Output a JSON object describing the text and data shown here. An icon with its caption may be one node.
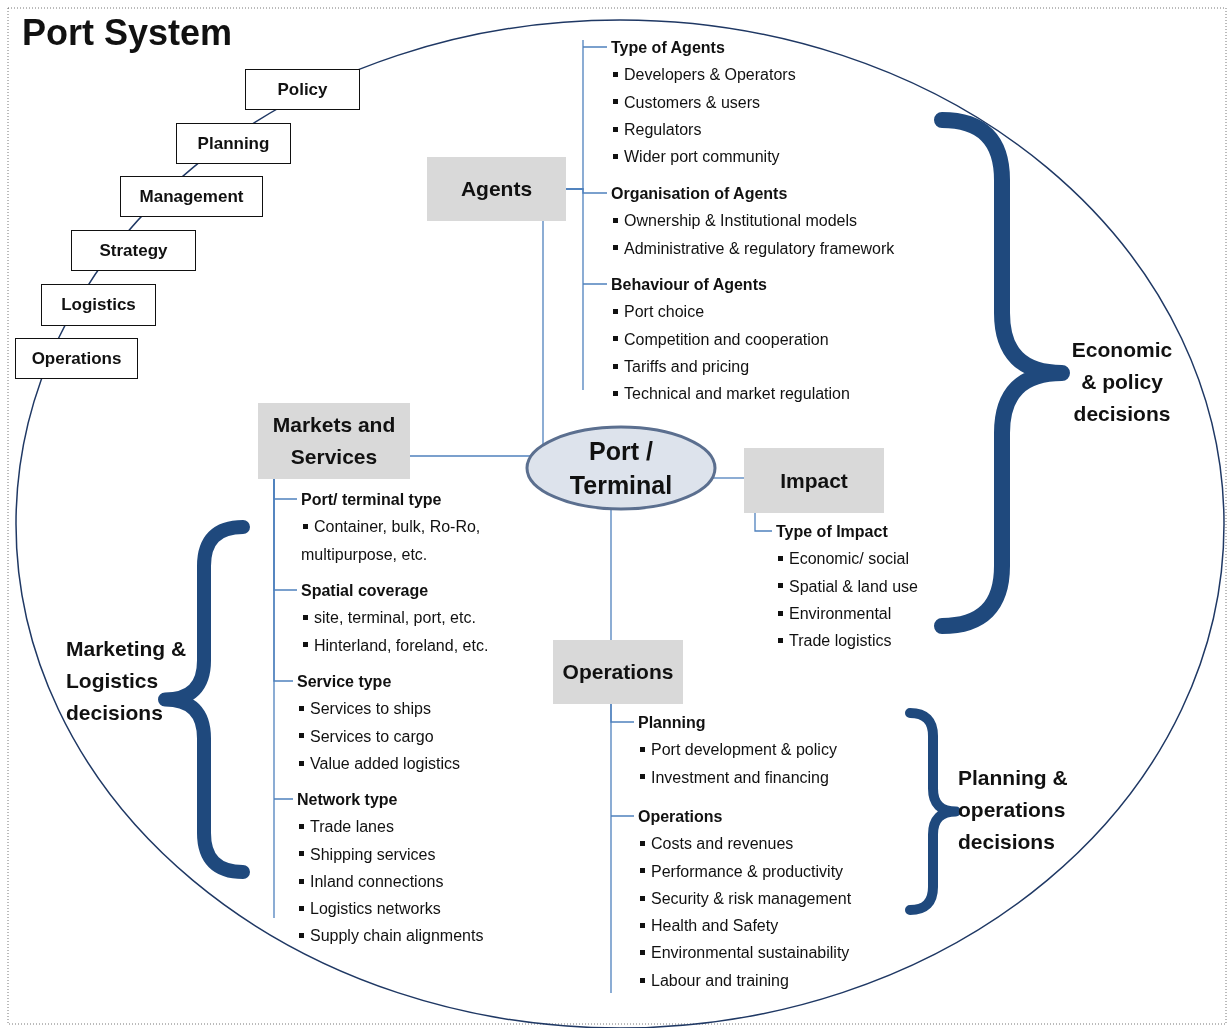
{
  "diagram": {
    "title": "Port System",
    "nodes": [
      {
        "text": [
          "Policy"
        ]
      },
      {
        "text": [
          "Planning"
        ]
      },
      {
        "text": [
          "Management"
        ]
      },
      {
        "text": [
          "Strategy"
        ]
      },
      {
        "text": [
          "Logistics"
        ]
      },
      {
        "text": [
          "Operations"
        ]
      },
      {
        "text": [
          "Agents"
        ]
      },
      {
        "text": [
          "Markets and Services"
        ]
      },
      {
        "text": [
          "Port / Terminal"
        ]
      },
      {
        "text": [
          "Impact"
        ]
      },
      {
        "text": [
          "Operations"
        ]
      },
      {
        "text": [
          "Type of Agents",
          "Developers &  Operators",
          "Customers & users",
          "Regulators",
          "Wider port community"
        ]
      },
      {
        "text": [
          "Organisation of Agents",
          "Ownership & Institutional models",
          "Administrative & regulatory framework"
        ]
      },
      {
        "text": [
          "Behaviour of Agents",
          "Port choice",
          "Competition and cooperation",
          "Tariffs and pricing",
          "Technical and market regulation"
        ]
      },
      {
        "text": [
          "Port/ terminal type",
          "Container, bulk, Ro-Ro, multipurpose, etc."
        ]
      },
      {
        "text": [
          "Spatial coverage",
          "site, terminal, port, etc.",
          "Hinterland, foreland, etc."
        ]
      },
      {
        "text": [
          "Service type",
          "Services to ships",
          "Services to cargo",
          "Value added logistics"
        ]
      },
      {
        "text": [
          "Network type",
          "Trade lanes",
          "Shipping services",
          "Inland connections",
          "Logistics networks",
          "Supply chain alignments"
        ]
      },
      {
        "text": [
          "Type of Impact",
          "Economic/ social",
          "Spatial & land use",
          "Environmental",
          "Trade logistics"
        ]
      },
      {
        "text": [
          "Planning",
          "Port development & policy",
          "Investment and financing"
        ]
      },
      {
        "text": [
          "Operations",
          "Costs and revenues",
          "Performance & productivity",
          "Security & risk management",
          "Health and Safety",
          "Environmental sustainability",
          "Labour and training"
        ]
      }
    ],
    "edges": [
      {
        "from": 8,
        "to": 6,
        "arrow": "none"
      },
      {
        "from": 8,
        "to": 7,
        "arrow": "none"
      },
      {
        "from": 8,
        "to": 9,
        "arrow": "none"
      },
      {
        "from": 8,
        "to": 10,
        "arrow": "none"
      },
      {
        "from": 6,
        "to": 11,
        "arrow": "none"
      },
      {
        "from": 6,
        "to": 12,
        "arrow": "none"
      },
      {
        "from": 6,
        "to": 13,
        "arrow": "none"
      },
      {
        "from": 7,
        "to": 14,
        "arrow": "none"
      },
      {
        "from": 7,
        "to": 15,
        "arrow": "none"
      },
      {
        "from": 7,
        "to": 16,
        "arrow": "none"
      },
      {
        "from": 7,
        "to": 17,
        "arrow": "none"
      },
      {
        "from": 9,
        "to": 18,
        "arrow": "none"
      },
      {
        "from": 10,
        "to": 19,
        "arrow": "none"
      },
      {
        "from": 10,
        "to": 20,
        "arrow": "none"
      }
    ],
    "labels": [
      "Economic & policy decisions",
      "Marketing & Logistics decisions",
      "Planning & operations decisions"
    ]
  }
}
